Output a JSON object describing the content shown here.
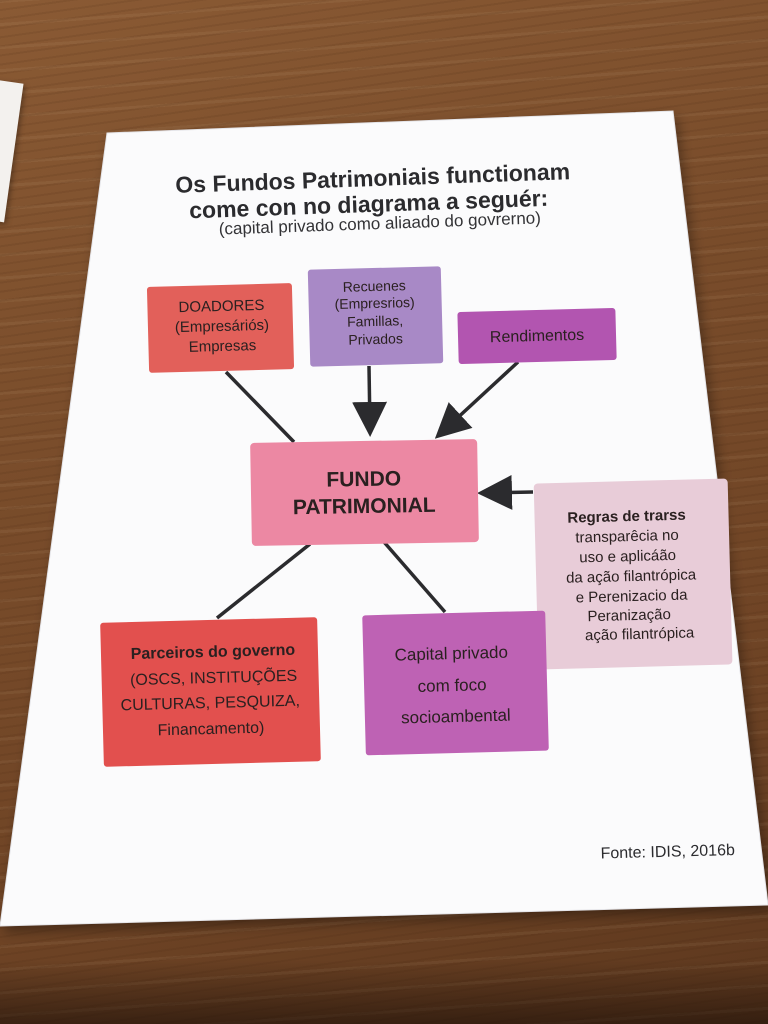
{
  "title_lines": [
    "Os Fundos Patrimoniais functionam",
    "come con no diagrama a seguér:"
  ],
  "subtitle": "(capital privado como aliaado do govrerno)",
  "nodes": {
    "doadores": {
      "lines": [
        "DOADORES",
        "(Empresáriós)",
        "Empresas"
      ],
      "color": "#e2605a"
    },
    "recursos": {
      "lines": [
        "Recuenes",
        "(Empresrios)",
        "Famillas,",
        "Privados"
      ],
      "color": "#a889c6"
    },
    "rendimentos": {
      "lines": [
        "Rendimentos"
      ],
      "color": "#b255b0"
    },
    "fundo": {
      "lines": [
        "FUNDO",
        "PATRIMONIAL"
      ],
      "color": "#ec88a3"
    },
    "regras": {
      "lines": [
        "Regras de trarss",
        "transparêcia no",
        "uso e aplicáão",
        "da ação filantrópica",
        "e Perenizacio da",
        "Peranização",
        "ação filantrópica"
      ],
      "color": "#e8ccd8"
    },
    "parceiros": {
      "lines": [
        "Parceiros do governo",
        "(OSCS, INSTITUÇÕES",
        "CULTURAS, PESQUIZA,",
        "Financamento)"
      ],
      "color": "#e2504e"
    },
    "capital": {
      "lines": [
        "Capital privado",
        "com foco",
        "socioambental"
      ],
      "color": "#be62b4"
    }
  },
  "source": "Fonte: IDIS, 2016b",
  "colors": {
    "paper": "#fbfbfc",
    "arrow": "#2b2b2e",
    "wood": "#7a4d2b"
  }
}
